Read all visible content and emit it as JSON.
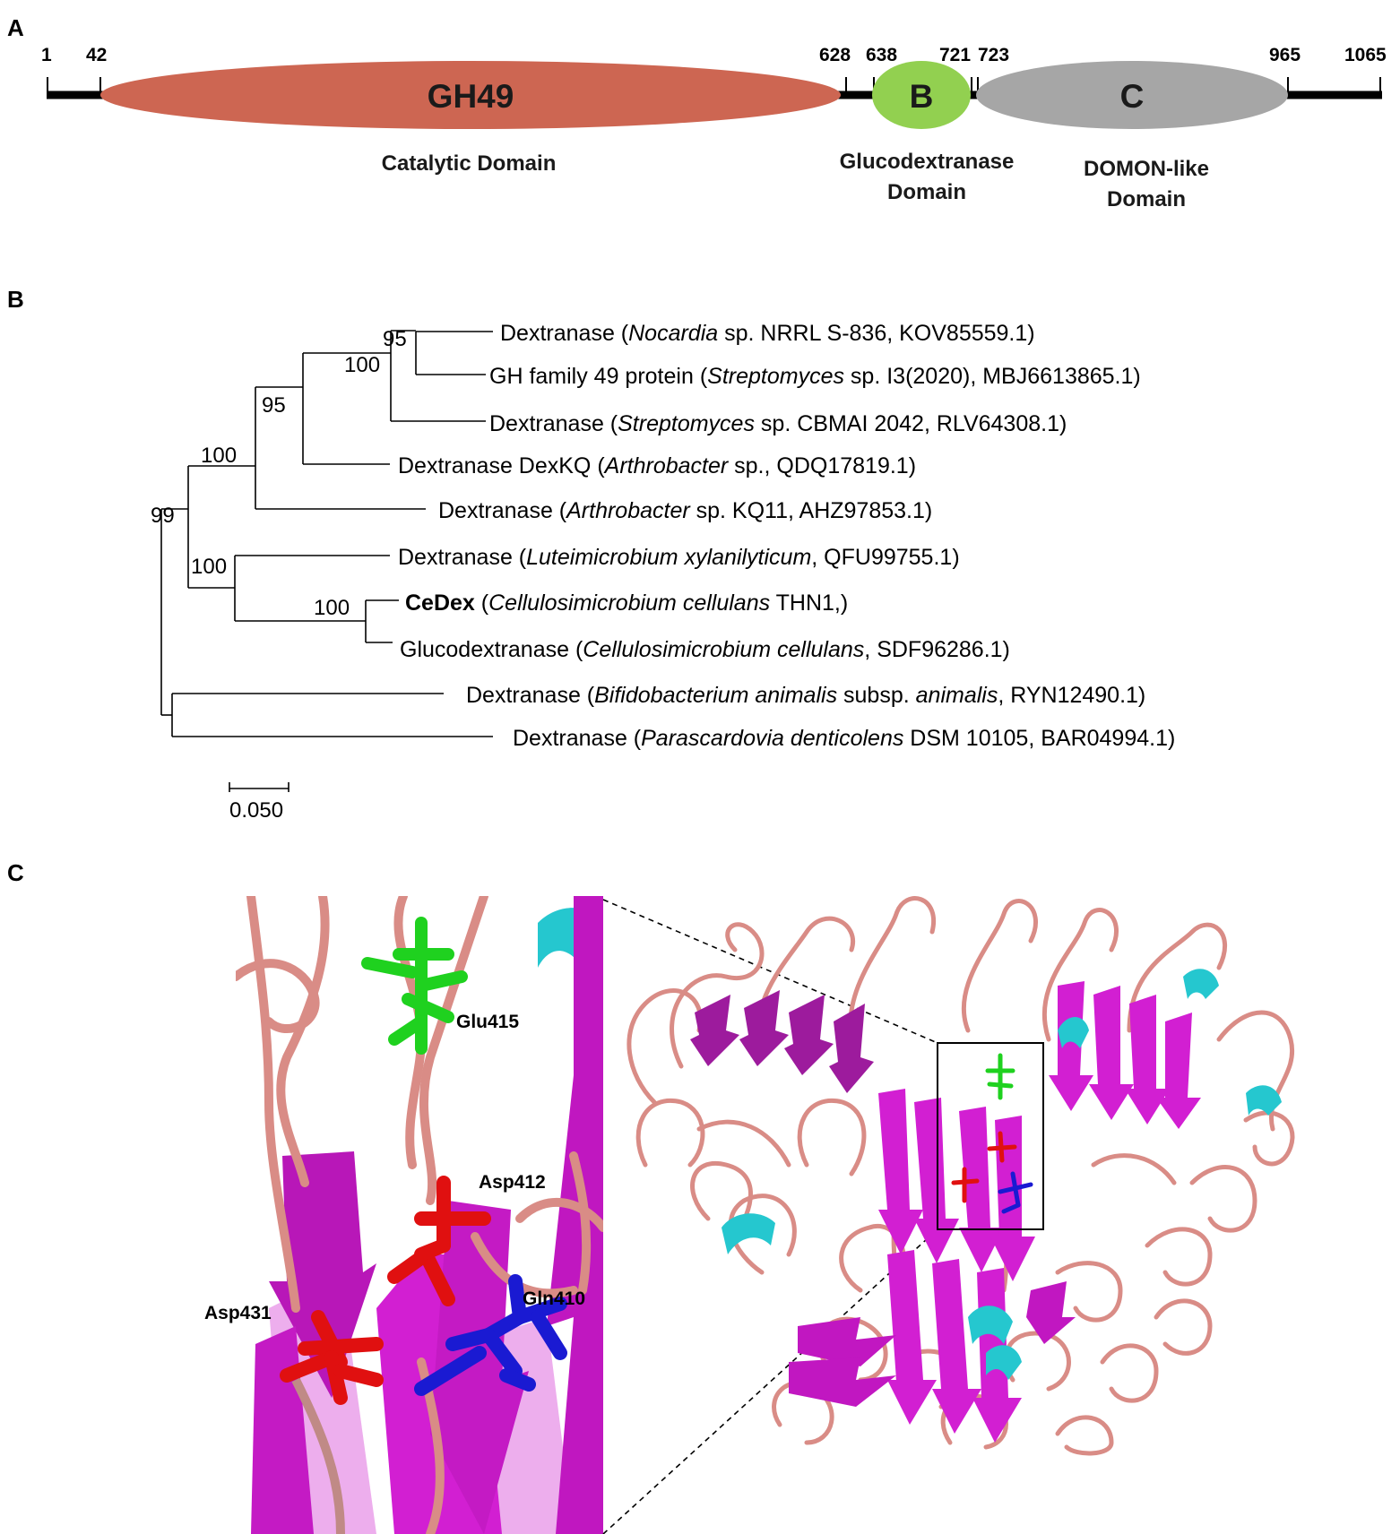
{
  "panels": {
    "a": "A",
    "b": "B",
    "c": "C"
  },
  "panel_a": {
    "positions": [
      "1",
      "42",
      "628",
      "638",
      "721",
      "723",
      "965",
      "1065"
    ],
    "domains": [
      {
        "label": "GH49",
        "name_lines": [
          "Catalytic Domain"
        ],
        "color": "#cd6652"
      },
      {
        "label": "B",
        "name_lines": [
          "Glucodextranase",
          "Domain"
        ],
        "color": "#92d050"
      },
      {
        "label": "C",
        "name_lines": [
          "DOMON-like",
          "Domain"
        ],
        "color": "#a6a6a6"
      }
    ]
  },
  "panel_b": {
    "leaves": [
      {
        "pre": "Dextranase (",
        "bold": "",
        "italic": "Nocardia",
        "post": " sp. NRRL S-836, KOV85559.1)"
      },
      {
        "pre": "GH family 49 protein (",
        "bold": "",
        "italic": "Streptomyces",
        "post": " sp. I3(2020), MBJ6613865.1)"
      },
      {
        "pre": "Dextranase (",
        "bold": "",
        "italic": "Streptomyces",
        "post": " sp. CBMAI 2042, RLV64308.1)"
      },
      {
        "pre": "Dextranase DexKQ (",
        "bold": "",
        "italic": "Arthrobacter",
        "post": " sp., QDQ17819.1)"
      },
      {
        "pre": "Dextranase (",
        "bold": "",
        "italic": "Arthrobacter",
        "post": " sp. KQ11, AHZ97853.1)"
      },
      {
        "pre": "Dextranase (",
        "bold": "",
        "italic": "Luteimicrobium xylanilyticum",
        "post": ", QFU99755.1)"
      },
      {
        "pre": "",
        "bold": "CeDex",
        "italic": "Cellulosimicrobium cellulans",
        "post": " THN1,)"
      },
      {
        "pre": "Glucodextranase (",
        "bold": "",
        "italic": "Cellulosimicrobium cellulans",
        "post": ", SDF96286.1)"
      },
      {
        "pre": "Dextranase (",
        "bold": "",
        "italic": "Bifidobacterium animalis",
        "post": " subsp. ",
        "italic2": "animalis",
        "post2": ", RYN12490.1)"
      },
      {
        "pre": "Dextranase (",
        "bold": "",
        "italic": "Parascardovia denticolens",
        "post": " DSM 10105, BAR04994.1)"
      }
    ],
    "bootstrap": [
      "95",
      "100",
      "95",
      "100",
      "99",
      "100",
      "100"
    ],
    "scale_label": "0.050"
  },
  "panel_c": {
    "residues": [
      "Glu415",
      "Asp412",
      "Asp431",
      "Gln410"
    ],
    "colors": {
      "sheet": "#d21fd2",
      "loop": "#d9908b",
      "helix": "#25c7cf",
      "glu": "#1fd11f",
      "asp": "#e01010",
      "gln": "#1a1ad2"
    }
  }
}
